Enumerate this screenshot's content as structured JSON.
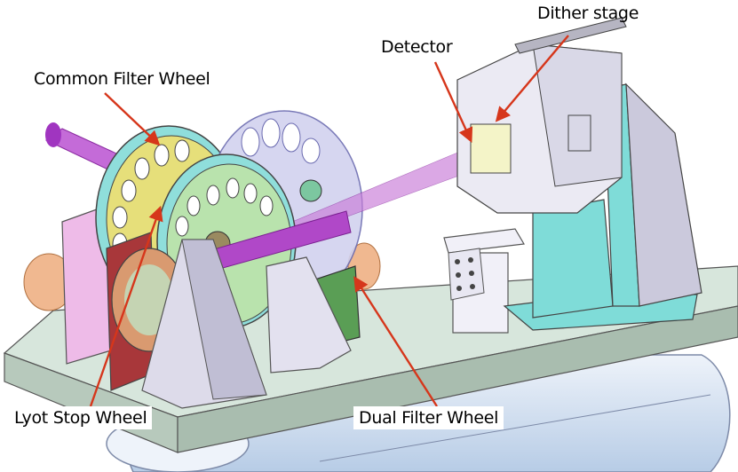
{
  "figure": {
    "title": "Instrument optical bench assembly",
    "labels": [
      {
        "id": "common",
        "text": "Common Filter Wheel"
      },
      {
        "id": "detector",
        "text": "Detector"
      },
      {
        "id": "dither",
        "text": "Dither stage"
      },
      {
        "id": "lyot",
        "text": "Lyot Stop Wheel"
      },
      {
        "id": "dual",
        "text": "Dual Filter Wheel"
      }
    ],
    "colors": {
      "arrow": "#d6361b",
      "bench": "#c9ddd0",
      "mount_cyan": "#7fdcd8",
      "beam_purple": "#b048c8",
      "common_wheel": "#e6df7a",
      "lyot_wheel": "#b9e3ad",
      "dual_wheel": "#c9c9ea",
      "support_red": "#a8373a",
      "support_pink": "#eeb8e8",
      "support_green": "#5a9e55",
      "cryostat": "#d4e2f2"
    }
  }
}
